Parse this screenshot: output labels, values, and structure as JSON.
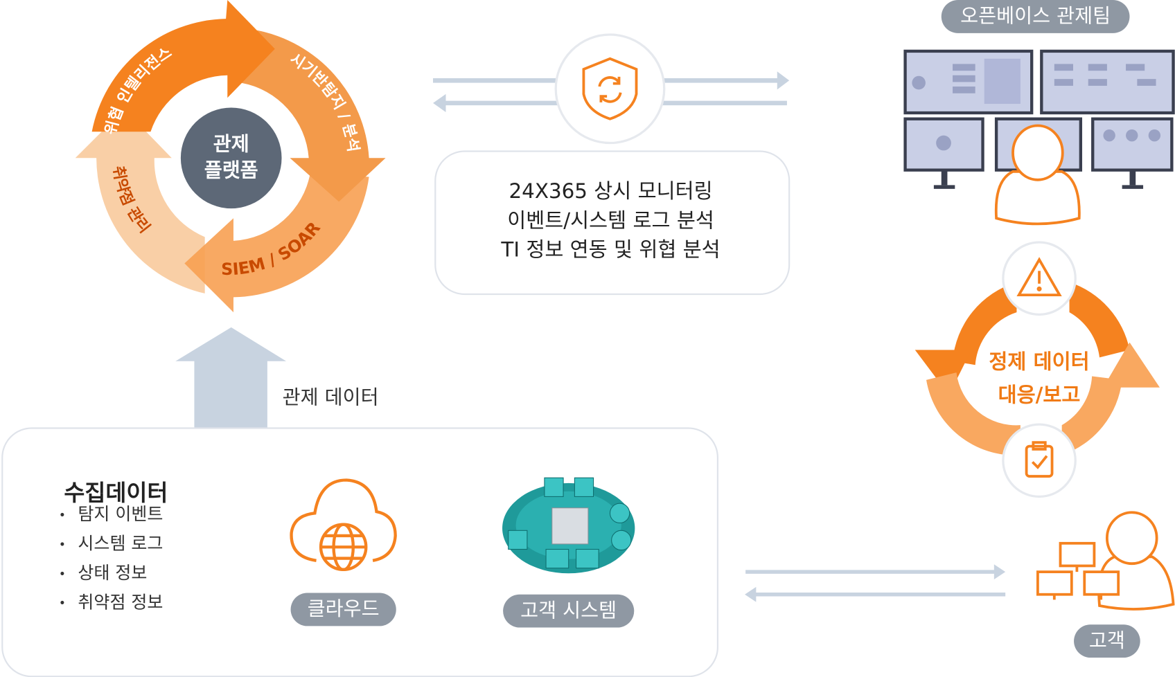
{
  "cycle": {
    "center": "관제\n플랫폼",
    "center_line1": "관제",
    "center_line2": "플랫폼",
    "segments": [
      "위협 인텔리전스",
      "시기반탐지 / 분석",
      "SIEM / SOAR",
      "취약점 관리"
    ]
  },
  "monitoring": {
    "lines": [
      "24X365 상시 모니터링",
      "이벤트/시스템 로그 분석",
      "TI 정보 연동 및 위협 분석"
    ]
  },
  "team": {
    "label": "오픈베이스 관제팀"
  },
  "response": {
    "line1": "정제 데이터",
    "line2": "대응/보고"
  },
  "arrow_label": "관제 데이터",
  "collect": {
    "title": "수집데이터",
    "items": [
      "탐지 이벤트",
      "시스템 로그",
      "상태 정보",
      "취약점 정보"
    ],
    "cloud": "클라우드",
    "system": "고객 시스템"
  },
  "customer": {
    "label": "고객"
  },
  "colors": {
    "orange": "#f5821f",
    "mid": "#f7a052",
    "light": "#f9cfa6",
    "gray": "#8f98a3",
    "navy": "#5d6877",
    "arrow": "#c8d3e0"
  }
}
